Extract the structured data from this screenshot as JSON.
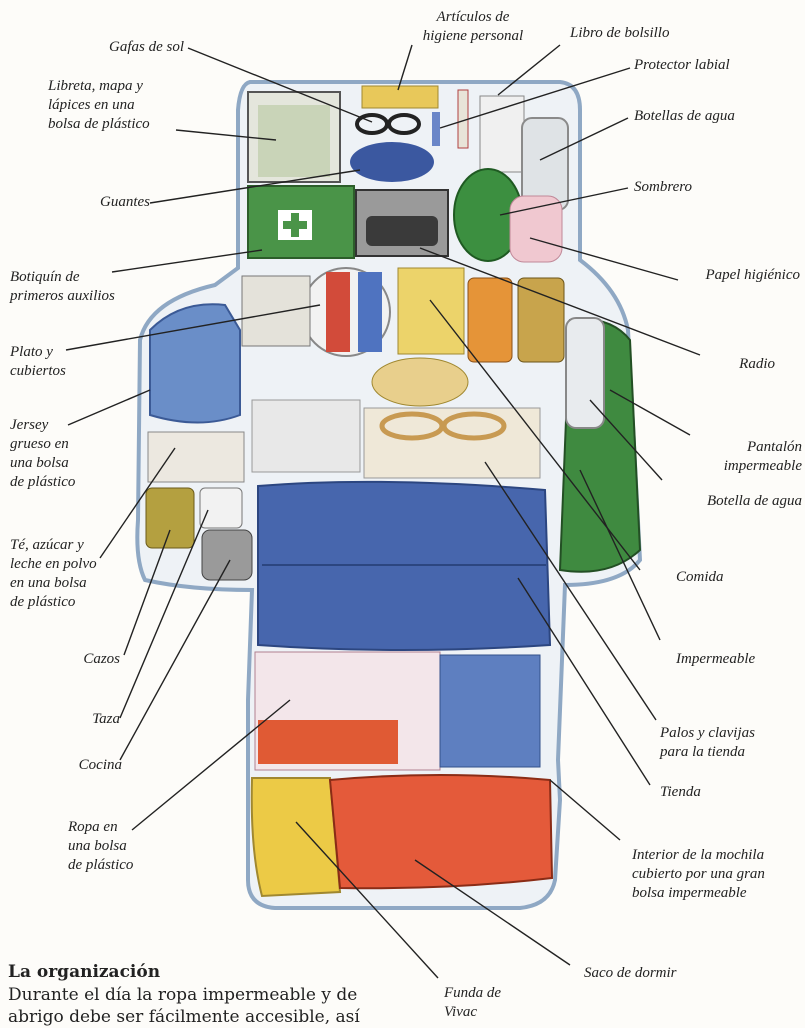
{
  "labels": {
    "gafas": "Gafas de sol",
    "articulos": "Artículos de\nhigiene personal",
    "libro": "Libro de bolsillo",
    "protector": "Protector labial",
    "libreta": "Libreta, mapa y\nlápices en una\nbolsa de plástico",
    "botellas": "Botellas de agua",
    "guantes": "Guantes",
    "sombrero": "Sombrero",
    "botiquin": "Botiquín de\nprimeros auxilios",
    "papel": "Papel higiénico",
    "plato": "Plato y\ncubiertos",
    "radio": "Radio",
    "jersey": "Jersey\ngrueso en\nuna bolsa\nde plástico",
    "pantalon": "Pantalón\nimpermeable",
    "botella": "Botella de agua",
    "te": "Té, azúcar y\nleche en polvo\nen una bolsa\nde plástico",
    "comida": "Comida",
    "cazos": "Cazos",
    "impermeable": "Impermeable",
    "taza": "Taza",
    "palos": "Palos y clavijas\npara la tienda",
    "cocina": "Cocina",
    "tienda": "Tienda",
    "ropa": "Ropa en\nuna bolsa\nde plástico",
    "interior": "Interior de la mochila\ncubierto por una gran\nbolsa impermeable",
    "saco": "Saco de dormir",
    "funda": "Funda de\nVivac"
  },
  "caption": {
    "title": "La organización",
    "text": "Durante el día la ropa impermeable y de abrigo debe ser fácilmente accesible, así"
  },
  "colors": {
    "outline": "#8fa8c4",
    "blue_bag": "#4a68a8",
    "green": "#3e8a3c",
    "red": "#d8502e",
    "yellow": "#e8c640"
  }
}
